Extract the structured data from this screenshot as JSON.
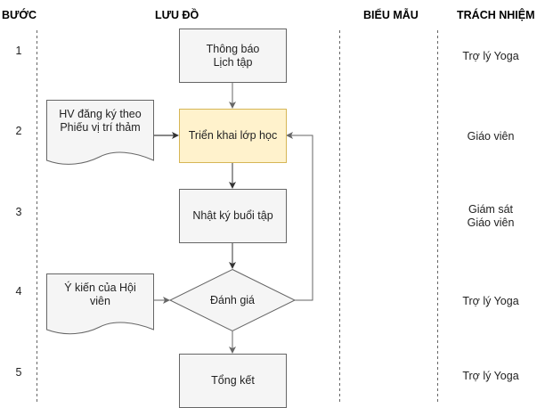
{
  "headers": {
    "step": "BƯỚC",
    "flow": "LƯU ĐỒ",
    "form": "BIỂU MẪU",
    "responsibility": "TRÁCH NHIỆM"
  },
  "steps": [
    "1",
    "2",
    "3",
    "4",
    "5"
  ],
  "flowchart": {
    "nodes": {
      "announce": {
        "type": "process",
        "line1": "Thông báo",
        "line2": "Lịch tập"
      },
      "deploy": {
        "type": "process-highlight",
        "label": "Triển khai lớp học"
      },
      "log": {
        "type": "process",
        "label": "Nhật ký buổi tập"
      },
      "evaluate": {
        "type": "decision",
        "label": "Đánh giá"
      },
      "summary": {
        "type": "process",
        "label": "Tổng kết"
      },
      "register_doc": {
        "type": "document",
        "line1": "HV đăng ký theo",
        "line2": "Phiếu vị trí thảm"
      },
      "feedback_doc": {
        "type": "document",
        "line1": "Ý kiến của Hội",
        "line2": "viên"
      }
    },
    "edges": [
      {
        "from": "announce",
        "to": "deploy"
      },
      {
        "from": "register_doc",
        "to": "deploy"
      },
      {
        "from": "deploy",
        "to": "log"
      },
      {
        "from": "log",
        "to": "evaluate"
      },
      {
        "from": "feedback_doc",
        "to": "evaluate"
      },
      {
        "from": "evaluate",
        "to": "deploy",
        "route": "loop-back-right"
      },
      {
        "from": "evaluate",
        "to": "summary"
      }
    ]
  },
  "responsibilities": [
    {
      "step": "1",
      "line1": "Trợ lý Yoga",
      "line2": ""
    },
    {
      "step": "2",
      "line1": "Giáo viên",
      "line2": ""
    },
    {
      "step": "3",
      "line1": "Giám sát",
      "line2": "Giáo viên"
    },
    {
      "step": "4",
      "line1": "Trợ lý Yoga",
      "line2": ""
    },
    {
      "step": "5",
      "line1": "Trợ lý Yoga",
      "line2": ""
    }
  ],
  "colors": {
    "process_fill": "#f5f5f5",
    "process_stroke": "#666666",
    "highlight_fill": "#fff2cc",
    "highlight_stroke": "#d6b656",
    "edge": "#333333",
    "divider": "#666666"
  }
}
